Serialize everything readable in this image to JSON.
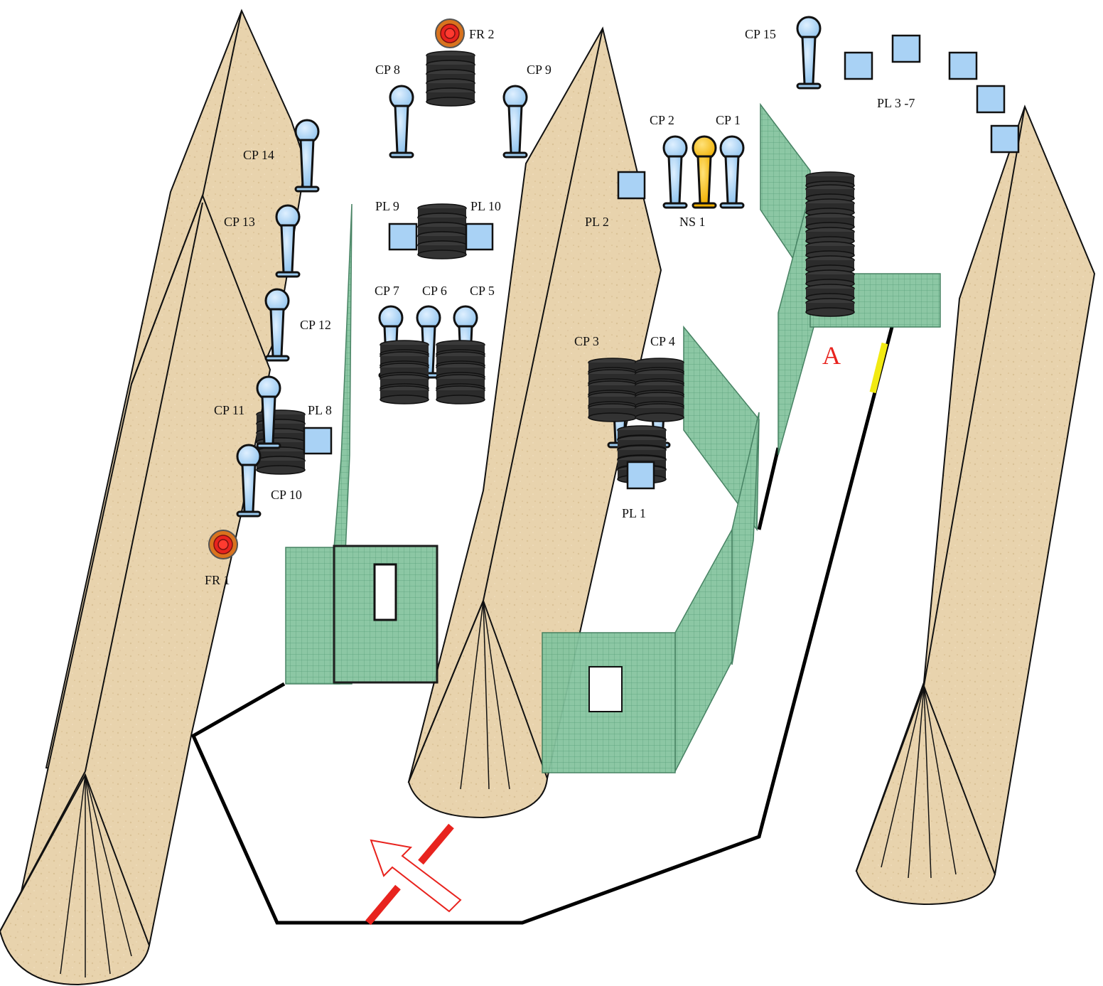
{
  "diagram": {
    "labels": {
      "fr2": "FR 2",
      "fr1": "FR 1",
      "cp1": "CP 1",
      "cp2": "CP 2",
      "cp3": "CP 3",
      "cp4": "CP 4",
      "cp5": "CP 5",
      "cp6": "CP 6",
      "cp7": "CP 7",
      "cp8": "CP 8",
      "cp9": "CP 9",
      "cp10": "CP 10",
      "cp11": "CP 11",
      "cp12": "CP 12",
      "cp13": "CP 13",
      "cp14": "CP 14",
      "cp15": "CP 15",
      "pl1": "PL 1",
      "pl2": "PL 2",
      "pl3_7": "PL 3 -7",
      "pl8": "PL 8",
      "pl9": "PL 9",
      "pl10": "PL 10",
      "ns1": "NS 1",
      "a": "A"
    },
    "colors": {
      "sand": "#e8d3ad",
      "sand_dark": "#d7bd8e",
      "net": "#7fc09a",
      "net_line": "#4f9a72",
      "pin": "#a9d2f5",
      "pin_alt": "#f5b800",
      "tire": "#2f2f2f",
      "box": "#a9d2f5",
      "flag": "#e8231e",
      "marker": "#f2ea12"
    }
  }
}
